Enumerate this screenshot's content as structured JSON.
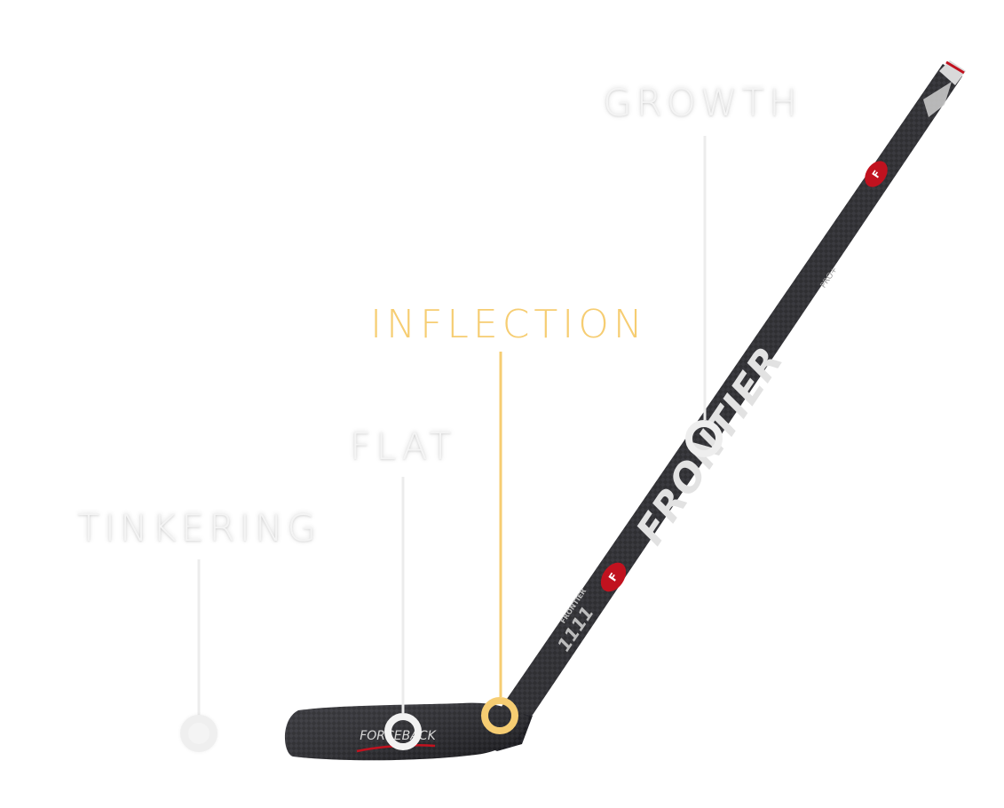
{
  "diagram": {
    "stages": [
      {
        "key": "tinkering",
        "label": "TINKERING",
        "active": false
      },
      {
        "key": "flat",
        "label": "FLAT",
        "active": false
      },
      {
        "key": "inflection",
        "label": "INFLECTION",
        "active": true
      },
      {
        "key": "growth",
        "label": "GROWTH",
        "active": false
      }
    ],
    "colors": {
      "active": "#f6cd72",
      "inactive_label": "#f4f4f4",
      "inactive_line": "#ececec",
      "stick_dark": "#1c1c1f",
      "stick_accent": "#c1121f"
    },
    "stick": {
      "shaft_brand": "FRONTIER",
      "shaft_model": "1111",
      "shaft_series": "FRONTIER",
      "blade_brand": "FORCEBACK",
      "pro_mark": "PRO+"
    }
  }
}
